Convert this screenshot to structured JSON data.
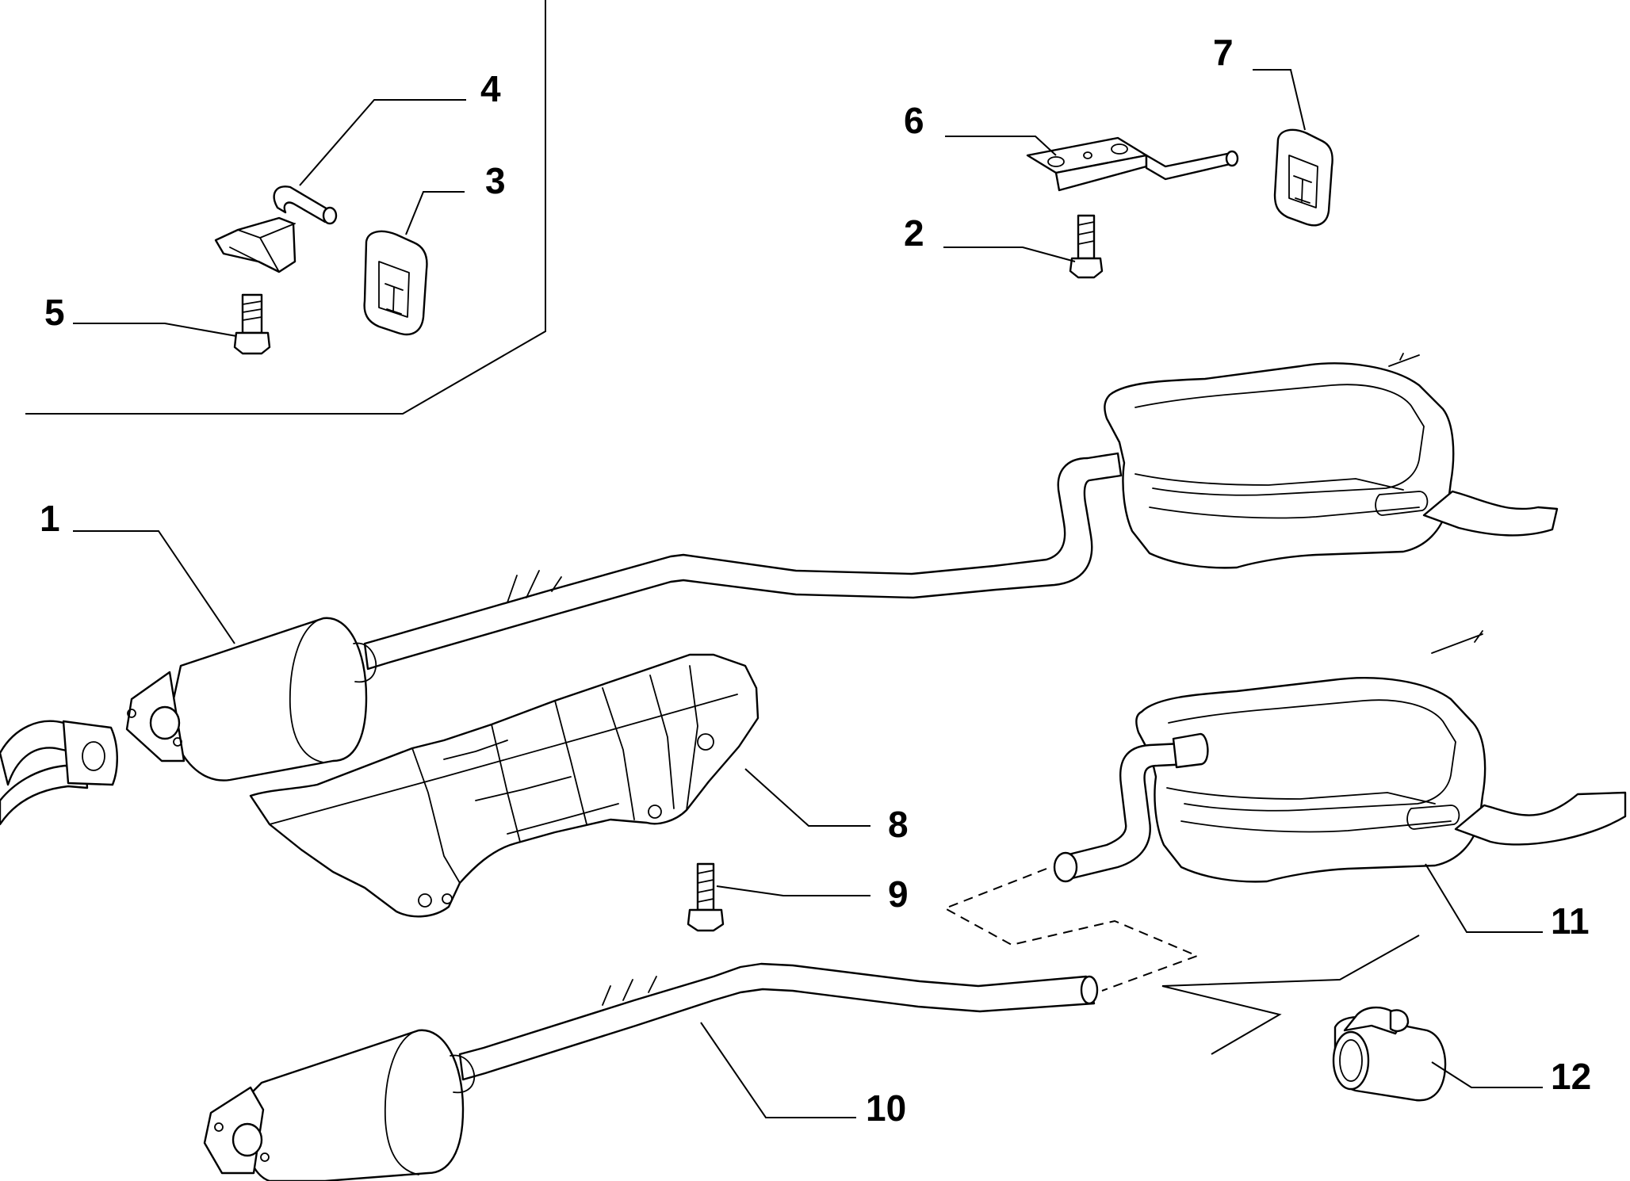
{
  "callouts": {
    "p1": "1",
    "p2": "2",
    "p3": "3",
    "p4": "4",
    "p5": "5",
    "p6": "6",
    "p7": "7",
    "p8": "8",
    "p9": "9",
    "p10": "10",
    "p11": "11",
    "p12": "12"
  },
  "colors": {
    "ink": "#000000",
    "background": "#ffffff"
  }
}
